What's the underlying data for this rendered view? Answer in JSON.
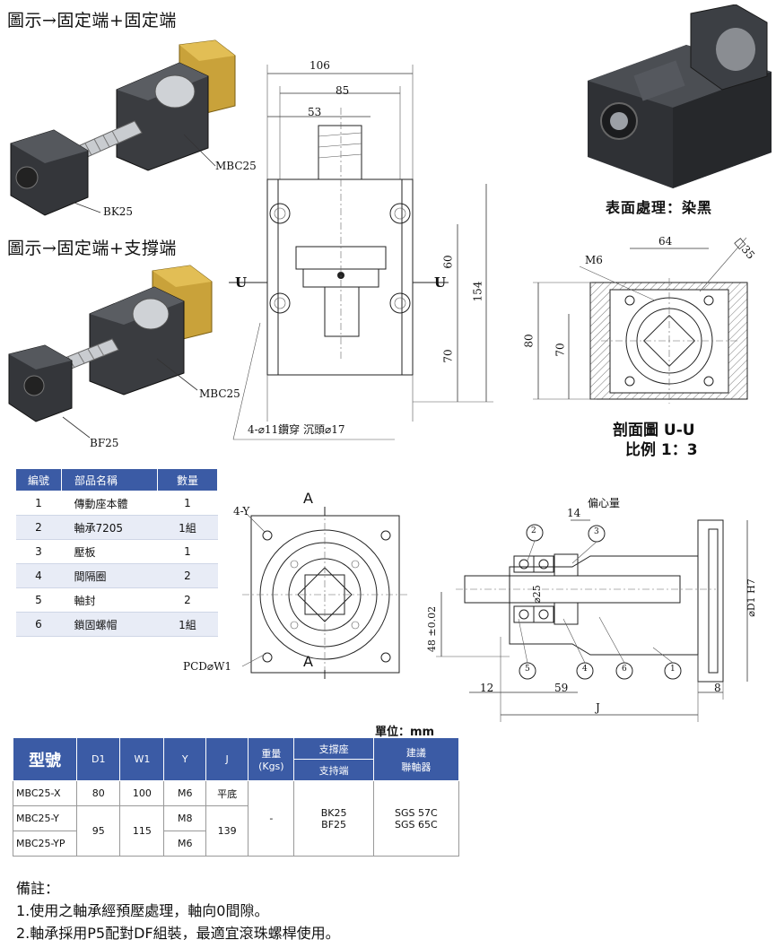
{
  "fig1": {
    "title": "圖示→固定端+固定端",
    "label_mbc": "MBC25",
    "label_bk": "BK25"
  },
  "fig2": {
    "title": "圖示→固定端+支撐端",
    "label_mbc": "MBC25",
    "label_bf": "BF25"
  },
  "front_view": {
    "dims": {
      "d106": "106",
      "d85": "85",
      "d53": "53",
      "d60": "60",
      "d154": "154",
      "d70": "70"
    },
    "section_marks": {
      "left": "U",
      "right": "U"
    },
    "hole_note": "4-⌀11鑽穿  沉頭⌀17"
  },
  "photo_caption": "表面處理：染黑",
  "section_view": {
    "dims": {
      "d64": "64",
      "d35": "□35",
      "m6": "M6",
      "d80": "80",
      "d70": "70"
    },
    "title": "剖面圖 U-U",
    "scale": "比例 1：3"
  },
  "parts_table": {
    "headers": [
      "編號",
      "部品名稱",
      "數量"
    ],
    "rows": [
      [
        "1",
        "傳動座本體",
        "1"
      ],
      [
        "2",
        "軸承7205",
        "1組"
      ],
      [
        "3",
        "壓板",
        "1"
      ],
      [
        "4",
        "間隔圈",
        "2"
      ],
      [
        "5",
        "軸封",
        "2"
      ],
      [
        "6",
        "鎖固螺帽",
        "1組"
      ]
    ]
  },
  "end_view": {
    "label_4y": "4-Y",
    "label_a_top": "A",
    "label_a_bottom": "A",
    "label_pcd": "PCD⌀W1"
  },
  "section_a": {
    "eccentric": "偏心量",
    "d14": "14",
    "d25": "⌀25",
    "d48": "48 ±0.02",
    "d_d1": "⌀D1 H7",
    "d12": "12",
    "d59": "59",
    "d8": "8",
    "dj": "J",
    "balloons": [
      "1",
      "2",
      "3",
      "4",
      "5",
      "6"
    ]
  },
  "unit_label": "單位：mm",
  "spec_table": {
    "headers": {
      "model": "型號",
      "d1": "D1",
      "w1": "W1",
      "y": "Y",
      "j": "J",
      "weight": "重量",
      "weight_unit": "(Kgs)",
      "support_top": "支撐座",
      "support_bottom": "支持端",
      "coupling_top": "建議",
      "coupling_bottom": "聯軸器"
    },
    "rows": [
      {
        "model": "MBC25-X",
        "d1": "80",
        "w1": "100",
        "y": "M6",
        "j": "平底"
      },
      {
        "model": "MBC25-Y",
        "y": "M8"
      },
      {
        "model": "MBC25-YP",
        "y": "M6"
      }
    ],
    "merged": {
      "d1_yp": "95",
      "w1_yp": "115",
      "j_yp": "139",
      "weight": "-",
      "support_1": "BK25",
      "support_2": "BF25",
      "coupling_1": "SGS 57C",
      "coupling_2": "SGS 65C"
    }
  },
  "notes": {
    "title": "備註：",
    "items": [
      "1.使用之軸承經預壓處理，軸向0間隙。",
      "2.軸承採用P5配對DF組裝，最適宜滾珠螺桿使用。"
    ]
  },
  "colors": {
    "header_blue": "#3b5ba5",
    "row_alt": "#e8ecf6",
    "motor_gold": "#c9a23a",
    "block_dark": "#3a3c40"
  }
}
